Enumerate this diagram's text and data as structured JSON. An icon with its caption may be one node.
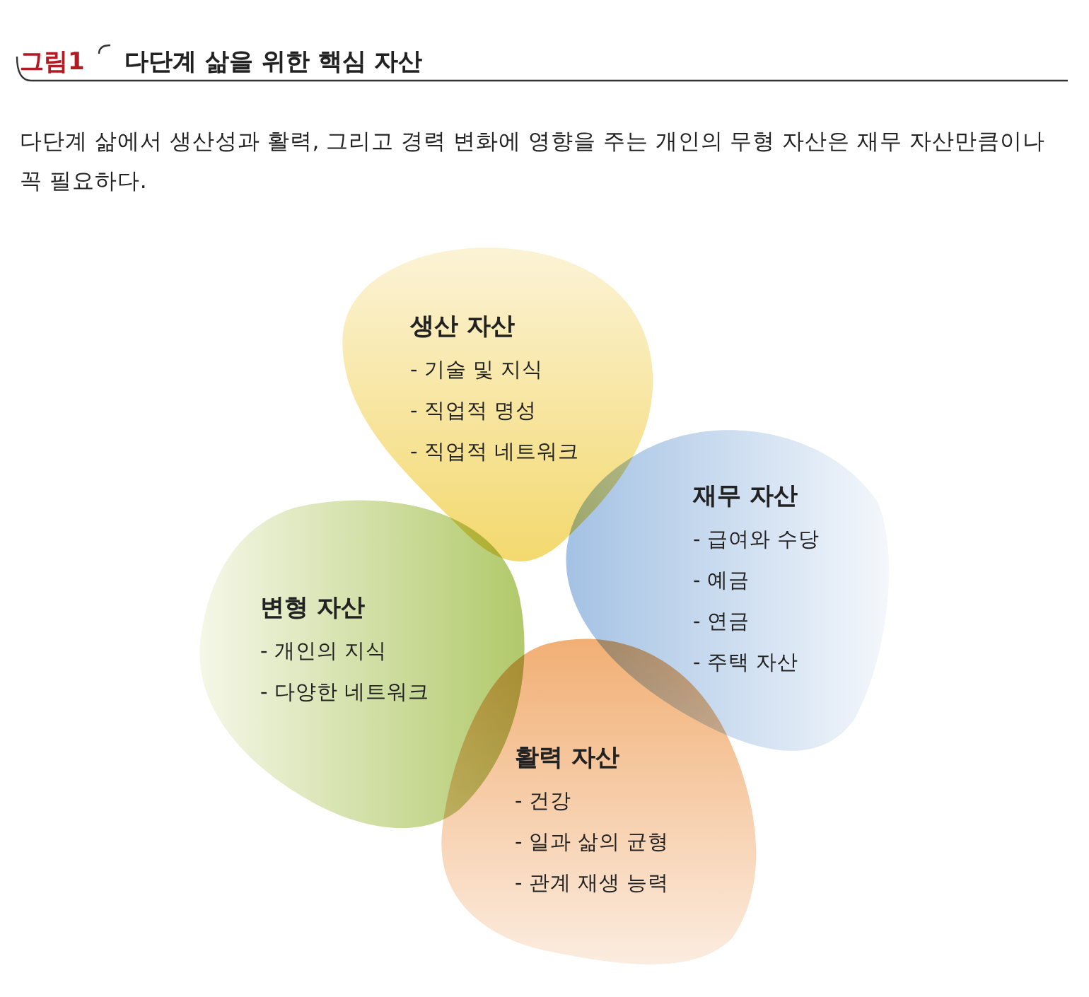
{
  "diagram": {
    "title": "다단계 삶을 위한 핵심 자산",
    "labels": [
      "그림1",
      "다단계 삶에서 생산성과 활력, 그리고 경력 변화에 영향을 주는 개인의 무형 자산은 재무 자산만큼이나 꼭 필요하다."
    ],
    "nodes": [
      {
        "text": [
          "생산 자산",
          "- 기술 및 지식",
          "- 직업적 명성",
          "- 직업적 네트워크"
        ]
      },
      {
        "text": [
          "재무 자산",
          "- 급여와 수당",
          "- 예금",
          "- 연금",
          "- 주택 자산"
        ]
      },
      {
        "text": [
          "변형 자산",
          "- 개인의 지식",
          "- 다양한 네트워크"
        ]
      },
      {
        "text": [
          "활력 자산",
          "- 건강",
          "- 일과 삶의 균형",
          "- 관계 재생 능력"
        ]
      }
    ]
  }
}
